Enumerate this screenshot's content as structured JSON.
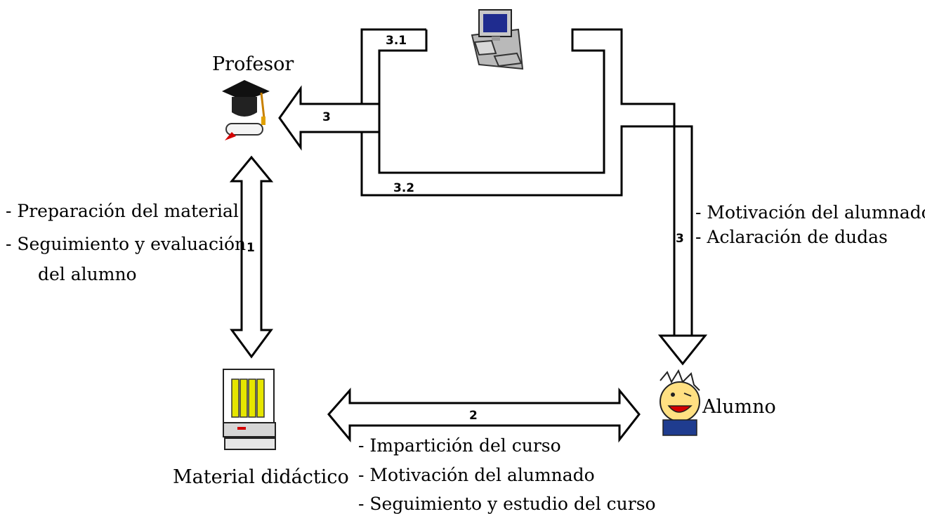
{
  "nodes": {
    "profesor": "Profesor",
    "material": "Material didáctico",
    "alumno": "Alumno"
  },
  "flows": {
    "f1": "1",
    "f2": "2",
    "f3_left": "3",
    "f3_right": "3",
    "f31": "3.1",
    "f32": "3.2"
  },
  "notes": {
    "profesor_material": [
      "- Preparación del material",
      "- Seguimiento y evaluación",
      "del alumno"
    ],
    "computer_alumno": [
      "- Motivación del alumnado",
      "- Aclaración de dudas"
    ],
    "material_alumno": [
      "- Impartición del curso",
      "- Motivación del alumnado",
      "- Seguimiento y estudio del curso"
    ]
  },
  "icons": [
    "computer-icon",
    "graduation-cap-diploma-icon",
    "books-computer-icon",
    "student-face-icon"
  ]
}
